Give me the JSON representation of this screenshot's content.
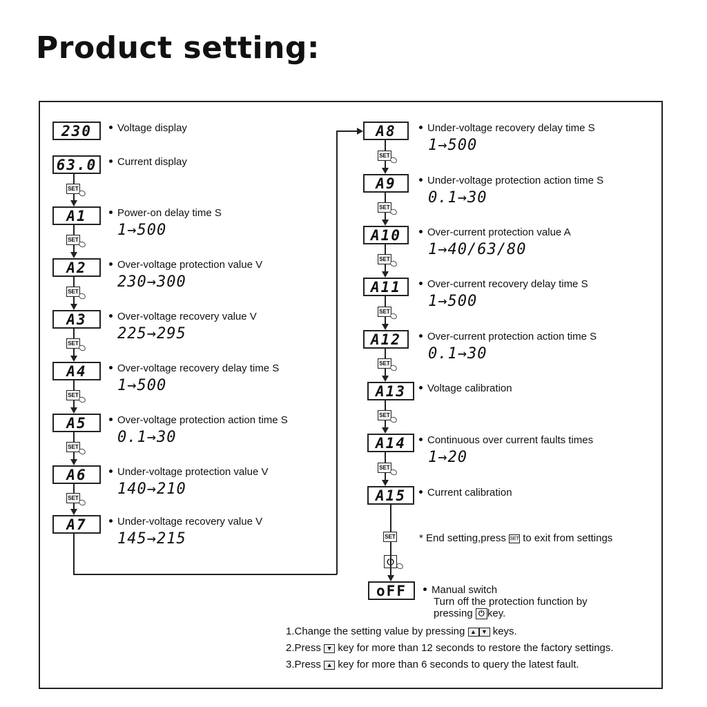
{
  "title": "Product setting:",
  "left": [
    {
      "code": "230",
      "label": "Voltage display",
      "range": ""
    },
    {
      "code": "63.0",
      "label": "Current display",
      "range": ""
    },
    {
      "code": "A1",
      "label": "Power-on delay time S",
      "range": "1→500"
    },
    {
      "code": "A2",
      "label": "Over-voltage protection value V",
      "range": "230→300"
    },
    {
      "code": "A3",
      "label": "Over-voltage recovery value V",
      "range": "225→295"
    },
    {
      "code": "A4",
      "label": "Over-voltage recovery delay time S",
      "range": "1→500"
    },
    {
      "code": "A5",
      "label": "Over-voltage protection action time S",
      "range": "0.1→30"
    },
    {
      "code": "A6",
      "label": "Under-voltage protection value V",
      "range": "140→210"
    },
    {
      "code": "A7",
      "label": "Under-voltage recovery value V",
      "range": "145→215"
    }
  ],
  "right": [
    {
      "code": "A8",
      "label": "Under-voltage recovery delay time S",
      "range": "1→500"
    },
    {
      "code": "A9",
      "label": "Under-voltage protection action time S",
      "range": "0.1→30"
    },
    {
      "code": "A10",
      "label": "Over-current protection value A",
      "range": "1→40/63/80"
    },
    {
      "code": "A11",
      "label": "Over-current recovery delay time S",
      "range": "1→500"
    },
    {
      "code": "A12",
      "label": "Over-current protection action time S",
      "range": "0.1→30"
    },
    {
      "code": "A13",
      "label": "Voltage calibration",
      "range": ""
    },
    {
      "code": "A14",
      "label": "Continuous over current faults times",
      "range": "1→20"
    },
    {
      "code": "A15",
      "label": "Current calibration",
      "range": ""
    }
  ],
  "set_key": "SET",
  "power_symbol": "⏻",
  "end_note": {
    "prefix": "* End setting,press",
    "suffix": "to exit from settings"
  },
  "off": {
    "code": "oFF",
    "line1": "Manual switch",
    "line2": "Turn off the protection function by",
    "line3_prefix": "pressing",
    "line3_suffix": "key."
  },
  "notes": {
    "n1_prefix": "1.Change the setting value by pressing",
    "n1_suffix": "keys.",
    "n2_prefix": "2.Press",
    "n2_suffix": "key for more than 12 seconds to restore the factory settings.",
    "n3_prefix": "3.Press",
    "n3_suffix": "key for more than 6 seconds to query the latest fault."
  },
  "key_up": "▲",
  "key_down": "▼"
}
